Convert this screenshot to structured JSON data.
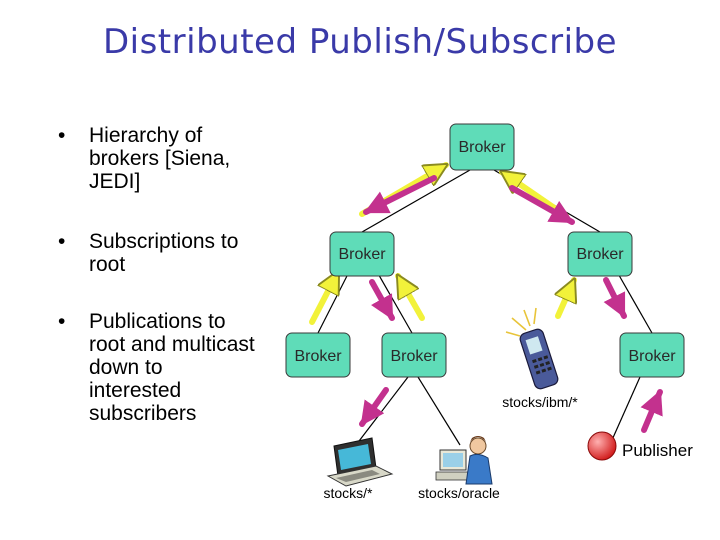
{
  "title": "Distributed Publish/Subscribe",
  "bullets": [
    {
      "dot": "•",
      "text": "Hierarchy of brokers [Siena, JEDI]"
    },
    {
      "dot": "•",
      "text": "Subscriptions to root"
    },
    {
      "dot": "•",
      "text": "Publications to root and multicast down to interested subscribers"
    }
  ],
  "brokers": [
    "Broker",
    "Broker",
    "Broker",
    "Broker",
    "Broker",
    "Broker"
  ],
  "subscriptions": [
    "stocks/ibm/*",
    "stocks/*",
    "stocks/oracle"
  ],
  "publisher_label": "Publisher",
  "colors": {
    "title": "#3a3aa8",
    "broker_fill": "#5fdcb8",
    "subscription_arrow": "#f2f23a",
    "publication_arrow": "#c3318e",
    "tree_line": "#000000",
    "publisher_fill": "#e83a3a"
  },
  "icons": {
    "subscriber_1": "cell-phone-icon",
    "subscriber_2": "laptop-icon",
    "subscriber_3": "person-at-computer-icon",
    "publisher": "red-ball-icon"
  }
}
